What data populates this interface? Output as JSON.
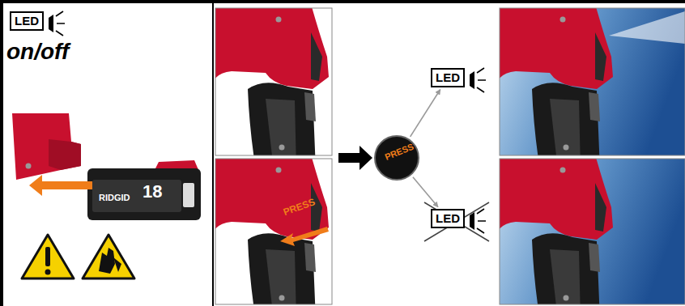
{
  "diagram": {
    "title": "on/off",
    "nodes": [
      {
        "text": [
          "LED"
        ]
      },
      {
        "text": [
          "PRESS"
        ]
      },
      {
        "text": [
          "LED"
        ]
      },
      {
        "text": [
          "LED"
        ]
      }
    ],
    "edges": [
      {
        "from": 1,
        "to": 2,
        "arrow": "to"
      },
      {
        "from": 1,
        "to": 3,
        "arrow": "to"
      }
    ],
    "labels": [
      "RIDGID",
      "18",
      "PRESS"
    ]
  }
}
